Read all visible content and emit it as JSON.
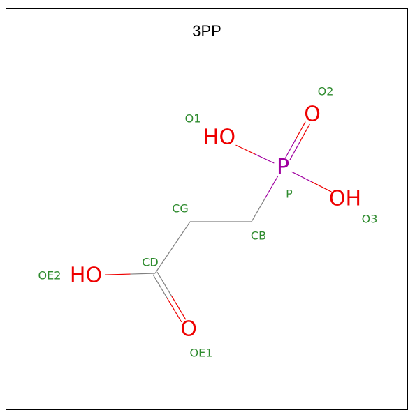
{
  "title": "3PP",
  "colors": {
    "carbon_bond": "#808080",
    "oxygen": "#ee0000",
    "phosphorus": "#a000a0",
    "label": "#2e8b2e",
    "title": "#000000"
  },
  "atoms": [
    {
      "id": "O1",
      "symbol": "HO",
      "name": "O1",
      "element": "oxygen"
    },
    {
      "id": "O2",
      "symbol": "O",
      "name": "O2",
      "element": "oxygen"
    },
    {
      "id": "O3",
      "symbol": "OH",
      "name": "O3",
      "element": "oxygen"
    },
    {
      "id": "P",
      "symbol": "P",
      "name": "P",
      "element": "phosphorus"
    },
    {
      "id": "CB",
      "symbol": "",
      "name": "CB",
      "element": "carbon"
    },
    {
      "id": "CG",
      "symbol": "",
      "name": "CG",
      "element": "carbon"
    },
    {
      "id": "CD",
      "symbol": "",
      "name": "CD",
      "element": "carbon"
    },
    {
      "id": "OE1",
      "symbol": "O",
      "name": "OE1",
      "element": "oxygen"
    },
    {
      "id": "OE2",
      "symbol": "HO",
      "name": "OE2",
      "element": "oxygen"
    }
  ],
  "bonds": [
    {
      "from": "P",
      "to": "O1",
      "order": 1
    },
    {
      "from": "P",
      "to": "O2",
      "order": 2
    },
    {
      "from": "P",
      "to": "O3",
      "order": 1
    },
    {
      "from": "P",
      "to": "CB",
      "order": 1
    },
    {
      "from": "CB",
      "to": "CG",
      "order": 1
    },
    {
      "from": "CG",
      "to": "CD",
      "order": 1
    },
    {
      "from": "CD",
      "to": "OE1",
      "order": 2
    },
    {
      "from": "CD",
      "to": "OE2",
      "order": 1
    }
  ]
}
